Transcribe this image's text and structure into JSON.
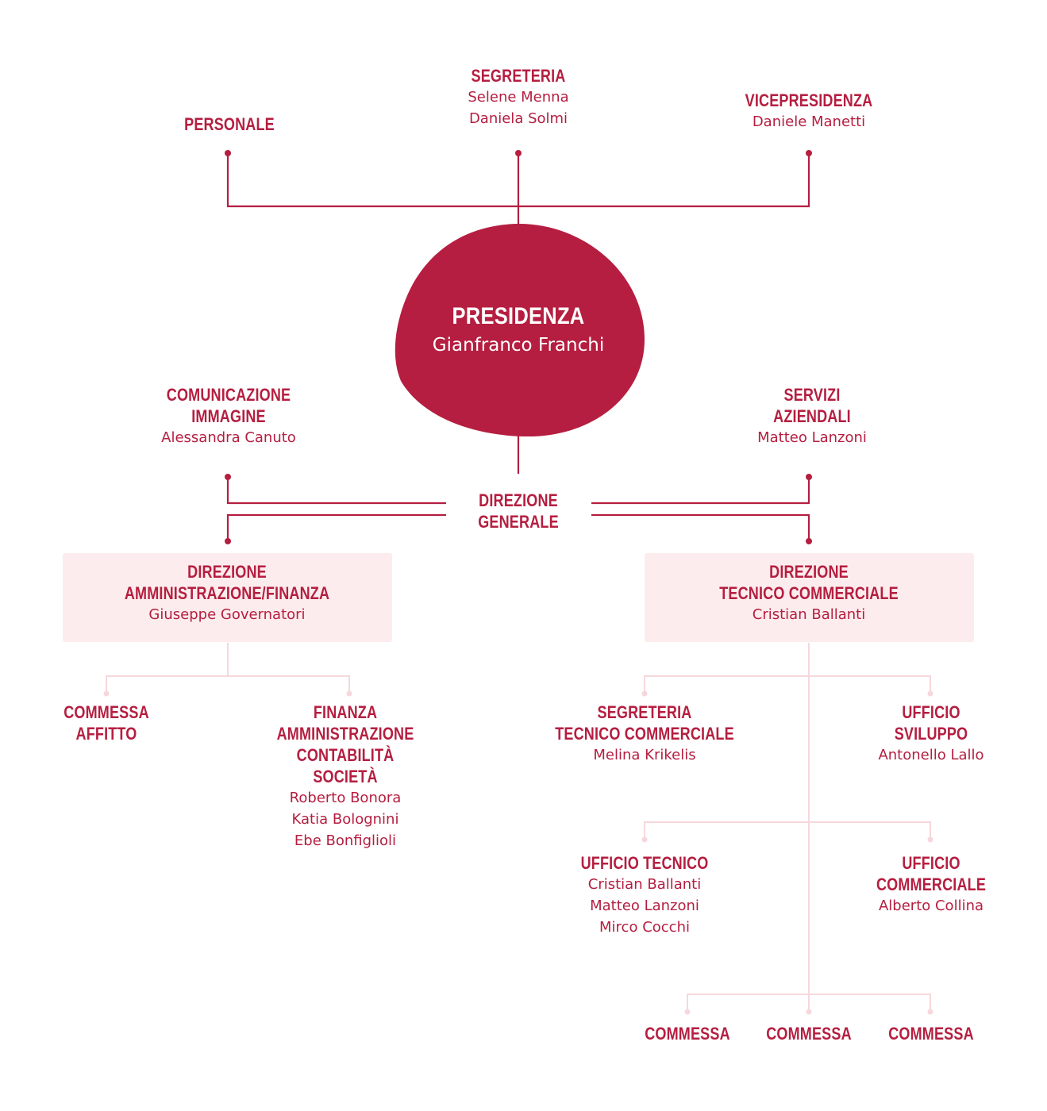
{
  "colors": {
    "accent": "#b51e40",
    "box_bg": "#fdeced",
    "light_line": "#f6d8dc"
  },
  "presidenza": {
    "title": "PRESIDENZA",
    "name": "Gianfranco Franchi"
  },
  "top": {
    "personale": {
      "title": [
        "PERSONALE"
      ],
      "names": []
    },
    "segreteria": {
      "title": [
        "SEGRETERIA"
      ],
      "names": [
        "Selene Menna",
        "Daniela Solmi"
      ]
    },
    "vicepresidenza": {
      "title": [
        "VICEPRESIDENZA"
      ],
      "names": [
        "Daniele Manetti"
      ]
    }
  },
  "middle": {
    "comunicazione": {
      "title": [
        "COMUNICAZIONE",
        "IMMAGINE"
      ],
      "names": [
        "Alessandra Canuto"
      ]
    },
    "servizi": {
      "title": [
        "SERVIZI",
        "AZIENDALI"
      ],
      "names": [
        "Matteo Lanzoni"
      ]
    },
    "direzione_generale": {
      "title": [
        "DIREZIONE",
        "GENERALE"
      ]
    }
  },
  "directions": {
    "amministrazione": {
      "title": [
        "DIREZIONE",
        "AMMINISTRAZIONE/FINANZA"
      ],
      "names": [
        "Giuseppe Governatori"
      ]
    },
    "tecnico": {
      "title": [
        "DIREZIONE",
        "TECNICO COMMERCIALE"
      ],
      "names": [
        "Cristian Ballanti"
      ]
    }
  },
  "left_branch": {
    "commessa_affitto": {
      "title": [
        "COMMESSA",
        "AFFITTO"
      ],
      "names": []
    },
    "finanza": {
      "title": [
        "FINANZA",
        "AMMINISTRAZIONE",
        "CONTABILITÀ",
        "SOCIETÀ"
      ],
      "names": [
        "Roberto Bonora",
        "Katia Bolognini",
        "Ebe Bonfiglioli"
      ]
    }
  },
  "right_branch": {
    "segreteria_tc": {
      "title": [
        "SEGRETERIA",
        "TECNICO COMMERCIALE"
      ],
      "names": [
        "Melina Krikelis"
      ]
    },
    "ufficio_sviluppo": {
      "title": [
        "UFFICIO",
        "SVILUPPO"
      ],
      "names": [
        "Antonello Lallo"
      ]
    },
    "ufficio_tecnico": {
      "title": [
        "UFFICIO TECNICO"
      ],
      "names": [
        "Cristian Ballanti",
        "Matteo Lanzoni",
        "Mirco Cocchi"
      ]
    },
    "ufficio_commerciale": {
      "title": [
        "UFFICIO",
        "COMMERCIALE"
      ],
      "names": [
        "Alberto Collina"
      ]
    },
    "commesse": [
      {
        "title": [
          "COMMESSA"
        ],
        "names": []
      },
      {
        "title": [
          "COMMESSA"
        ],
        "names": []
      },
      {
        "title": [
          "COMMESSA"
        ],
        "names": []
      }
    ]
  }
}
